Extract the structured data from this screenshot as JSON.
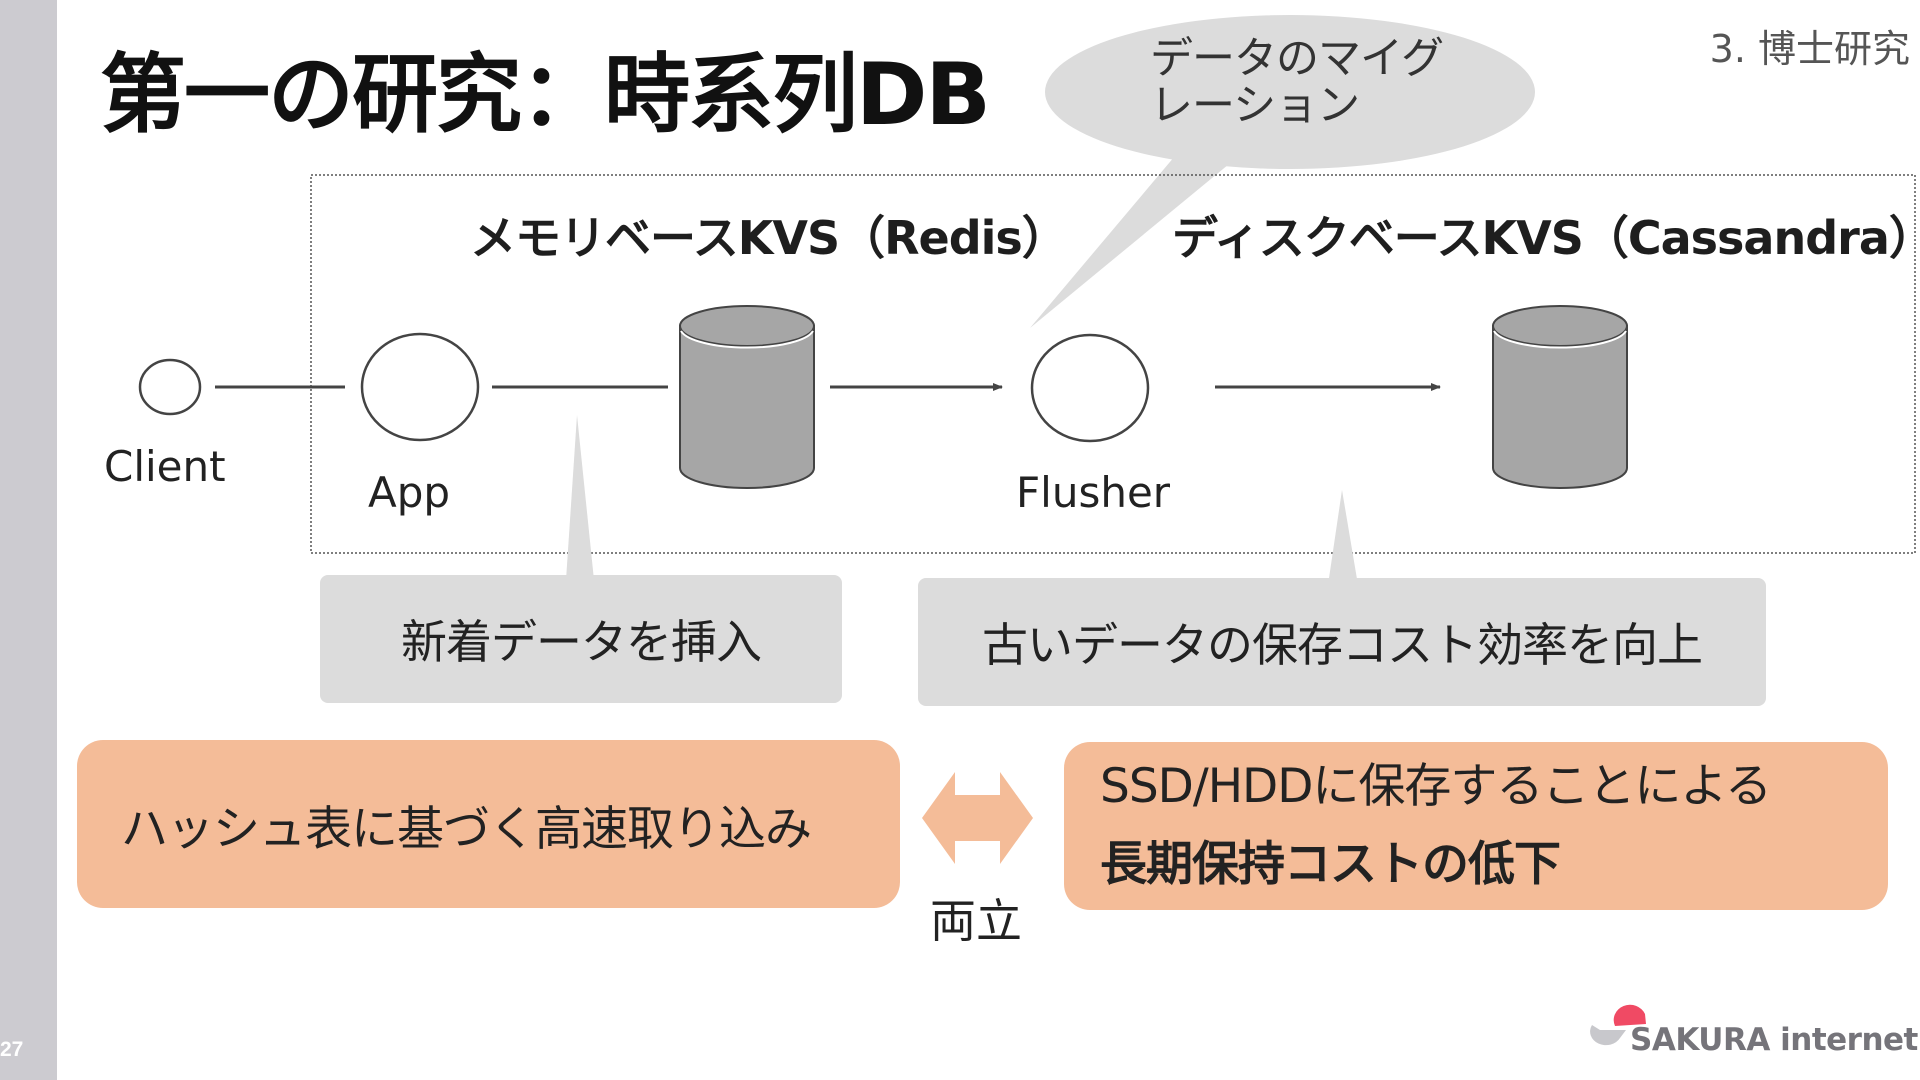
{
  "slide": {
    "page_number": "27",
    "title": "第一の研究：時系列DB",
    "section": "3. 博士研究"
  },
  "diagram": {
    "migration_bubble": [
      "データのマイグ",
      "レーション"
    ],
    "memory_kvs_label": "メモリベースKVS（Redis）",
    "disk_kvs_label": "ディスクベースKVS（Cassandra）",
    "nodes": {
      "client": "Client",
      "app": "App",
      "flusher": "Flusher"
    },
    "callouts": {
      "insert": "新着データを挿入",
      "cost": "古いデータの保存コスト効率を向上"
    },
    "benefits": {
      "left": "ハッシュ表に基づく高速取り込み",
      "right_line1": "SSD/HDDに保存することによる",
      "right_line2": "長期保持コストの低下",
      "both_label": "両立"
    },
    "colors": {
      "sidebar": "#cccbd0",
      "callout_gray": "#dcdcdc",
      "benefit_orange": "#f4bc98",
      "cylinder": "#a6a6a6",
      "logo_red": "#f04a64",
      "logo_gray": "#c8c8cc"
    }
  },
  "footer": {
    "logo_text": "SAKURA internet"
  }
}
